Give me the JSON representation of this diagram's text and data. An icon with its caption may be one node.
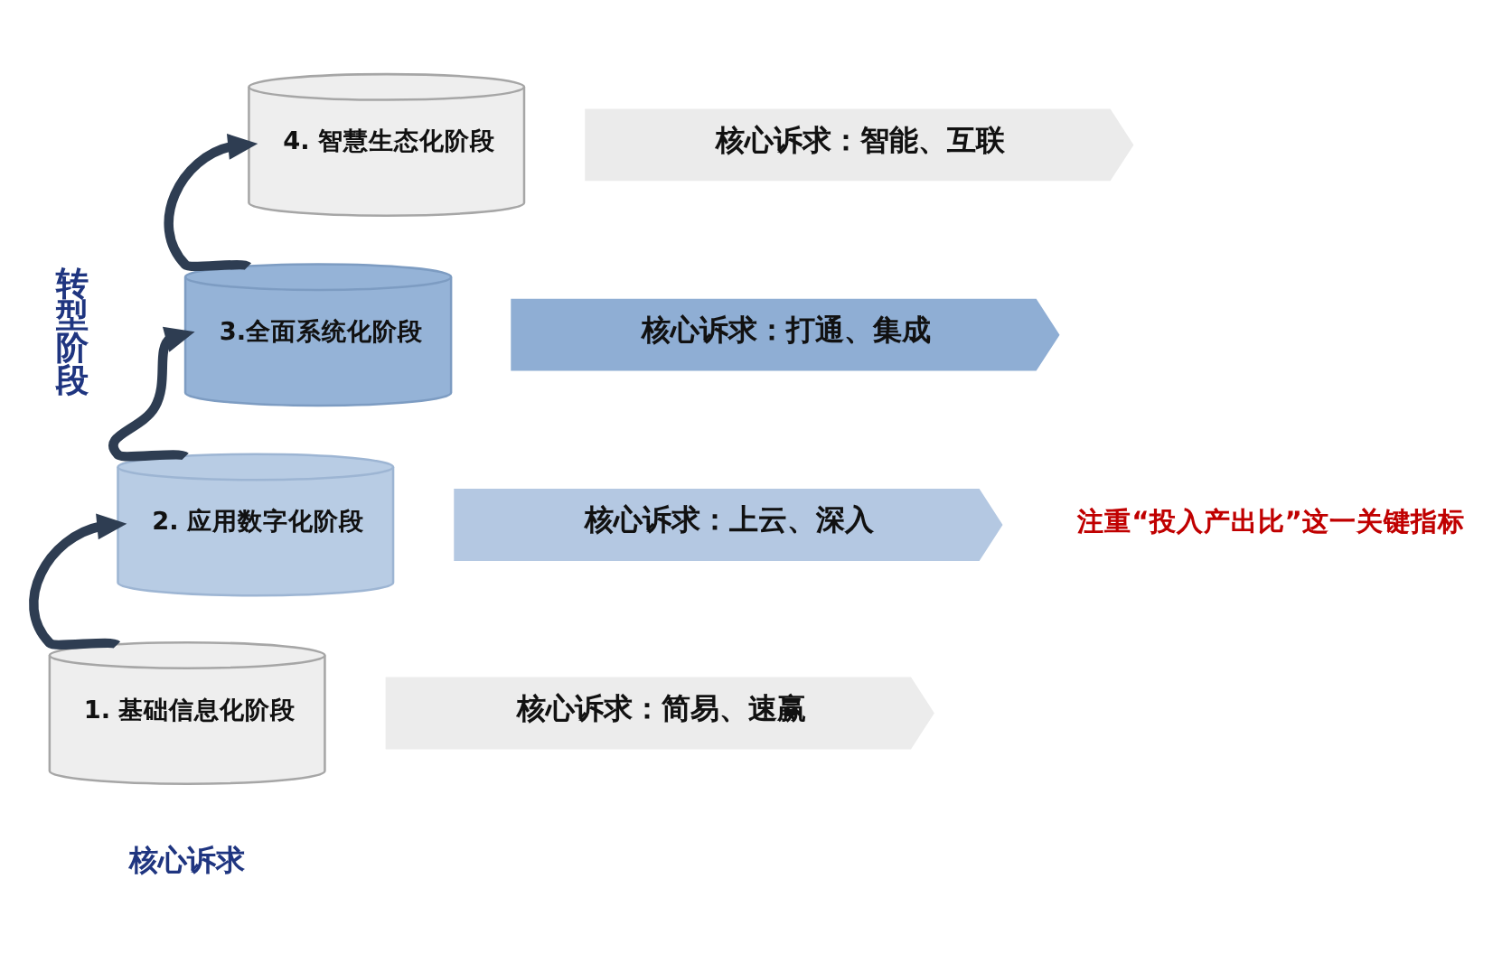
{
  "diagram": {
    "nodes": [
      {
        "text": [
          "4. 智慧生态化阶段"
        ]
      },
      {
        "text": [
          "核心诉求：智能、互联"
        ]
      },
      {
        "text": [
          "3.全面系统化阶段"
        ]
      },
      {
        "text": [
          "核心诉求：打通、集成"
        ]
      },
      {
        "text": [
          "2. 应用数字化阶段"
        ]
      },
      {
        "text": [
          "核心诉求：上云、深入"
        ]
      },
      {
        "text": [
          "1. 基础信息化阶段"
        ]
      },
      {
        "text": [
          "核心诉求：简易、速赢"
        ]
      }
    ],
    "edges": [
      {
        "from": 6,
        "to": 4,
        "arrow": "to"
      },
      {
        "from": 4,
        "to": 2,
        "arrow": "to"
      },
      {
        "from": 2,
        "to": 0,
        "arrow": "to"
      }
    ],
    "labels": [
      "转型阶段",
      "注重“投入产出比”这一关键指标",
      "核心诉求"
    ]
  }
}
